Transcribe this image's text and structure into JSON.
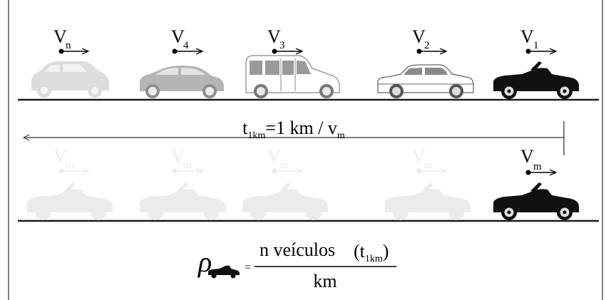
{
  "top_row": {
    "vehicles": [
      {
        "id": "n",
        "velocity": {
          "main": "V",
          "sub": "n"
        },
        "kind": "hatchback",
        "shade": "#dcdcdc"
      },
      {
        "id": "4",
        "velocity": {
          "main": "V",
          "sub": "4"
        },
        "kind": "hatchback",
        "shade": "#b5b5b5"
      },
      {
        "id": "3",
        "velocity": {
          "main": "V",
          "sub": "3"
        },
        "kind": "van",
        "shade": "#a7a7a7"
      },
      {
        "id": "2",
        "velocity": {
          "main": "V",
          "sub": "2"
        },
        "kind": "sedan",
        "shade": "#7a7a7a"
      },
      {
        "id": "1",
        "velocity": {
          "main": "V",
          "sub": "1"
        },
        "kind": "convertible",
        "shade": "#111111"
      }
    ]
  },
  "time_span": {
    "t": "t",
    "t_sub": "1km",
    "expr": "=1 km / v",
    "v_sub": "m"
  },
  "bottom_row": {
    "ghost_velocity": {
      "main": "V",
      "sub": "m"
    },
    "highlight_velocity": {
      "main": "V",
      "sub": "m"
    },
    "ghost_car_count": 4
  },
  "formula": {
    "symbol": "ρ",
    "equals": "=",
    "numerator": "n veículos",
    "paren_open": "(t",
    "paren_sub": "1km",
    "paren_close": ")",
    "denominator": "km"
  },
  "colors": {
    "road": "#1a1a1a",
    "ghost": "#ebebeb",
    "dark_car": "#111111"
  }
}
